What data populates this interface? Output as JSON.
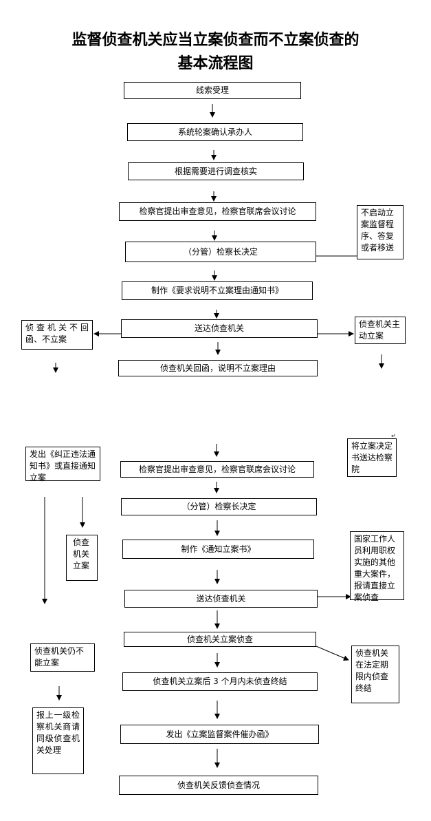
{
  "title": {
    "line1": "监督侦查机关应当立案侦查而不立案侦查的",
    "line2": "基本流程图"
  },
  "flow": {
    "step1": "线索受理",
    "step2": "系统轮案确认承办人",
    "step3": "根据需要进行调查核实",
    "step4": "检察官提出审查意见，检察官联席会议讨论",
    "step5": "（分管）检察长决定",
    "step6": "制作《要求说明不立案理由通知书》",
    "step7": "送达侦查机关",
    "step8": "侦查机关回函，说明不立案理由",
    "step9": "检察官提出审查意见，检察官联席会议讨论",
    "step10": "（分管）检察长决定",
    "step11": "制作《通知立案书》",
    "step12": "送达侦查机关",
    "step13": "侦查机关立案侦查",
    "step14": "侦查机关立案后 3 个月内未侦查终结",
    "step15": "发出《立案监督案件催办函》",
    "step16": "侦查机关反馈侦查情况"
  },
  "side": {
    "no_supervision": "不启动立案监督程序、答复或者移送",
    "not_file_reply": "侦查机关不回函、不立案",
    "voluntary_file": "侦查机关主动立案",
    "send_decision": "将立案决定书送达检察院",
    "correct_notice": "发出《纠正违法通知书》或直接通知立案",
    "agency_file": "侦查机关立案",
    "state_staff": "国家工作人员利用职权实施的其他重大案件，报请直接立案侦查",
    "still_not_file": "侦查机关仍不能立案",
    "report_upper": "报上一级检察机关商请同级侦查机关处理",
    "time_limit": "侦查机关在法定期限内侦查终结"
  }
}
